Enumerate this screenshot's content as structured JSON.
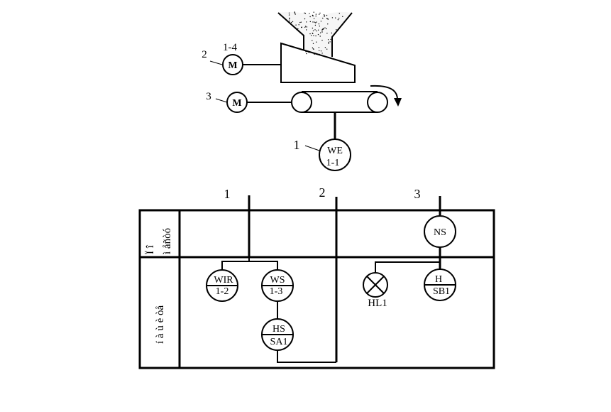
{
  "mechanism": {
    "motor_symbol": "M",
    "callout_2": "2",
    "callout_2_ref": "1-4",
    "callout_3": "3",
    "callout_1": "1",
    "weight_sensor": {
      "top": "WE",
      "bottom": "1-1"
    }
  },
  "scheme": {
    "column_numbers": [
      "1",
      "2",
      "3"
    ],
    "row_labels": {
      "upper_line1": "Ï î",
      "upper_line2": "ì åñòó",
      "lower": "í à ù è òå"
    },
    "devices": {
      "ns": {
        "top": "NS"
      },
      "wir": {
        "top": "WIR",
        "bottom": "1-2"
      },
      "ws": {
        "top": "WS",
        "bottom": "1-3"
      },
      "hs": {
        "top": "HS",
        "bottom": "SA1"
      },
      "lamp": {
        "label": "HL1"
      },
      "h": {
        "top": "H",
        "bottom": "SB1"
      }
    }
  }
}
